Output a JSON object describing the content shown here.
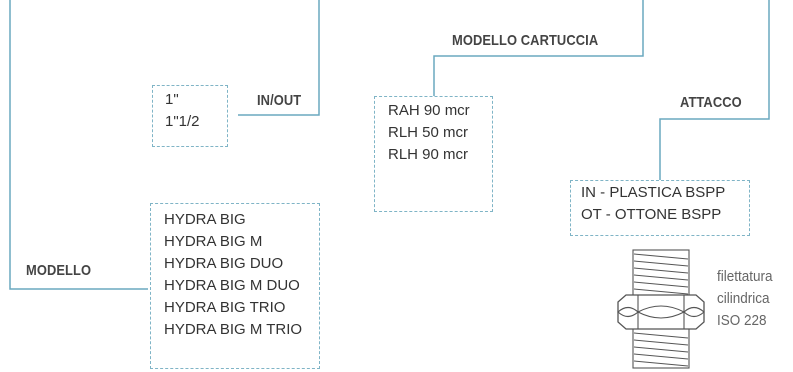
{
  "colors": {
    "connector": "#6aa8bf",
    "box_border": "#7fb4c6",
    "label": "#444444",
    "text": "#333333",
    "note": "#666666"
  },
  "labels": {
    "modello": "MODELLO",
    "in_out": "IN/OUT",
    "modello_cartuccia": "MODELLO CARTUCCIA",
    "attacco": "ATTACCO"
  },
  "inout_options": [
    "1\"",
    "1\"1/2"
  ],
  "modello_options": [
    "HYDRA BIG",
    "HYDRA BIG M",
    "HYDRA BIG DUO",
    "HYDRA BIG M DUO",
    "HYDRA BIG TRIO",
    "HYDRA BIG M TRIO"
  ],
  "cartuccia_options": [
    "RAH 90 mcr",
    "RLH 50 mcr",
    "RLH 90 mcr"
  ],
  "attacco_options": [
    "IN - PLASTICA BSPP",
    "OT - OTTONE BSPP"
  ],
  "thread_note": [
    "filettatura",
    "cilindrica",
    "ISO 228"
  ],
  "fitting_icon": "threaded-hex-nipple-icon"
}
